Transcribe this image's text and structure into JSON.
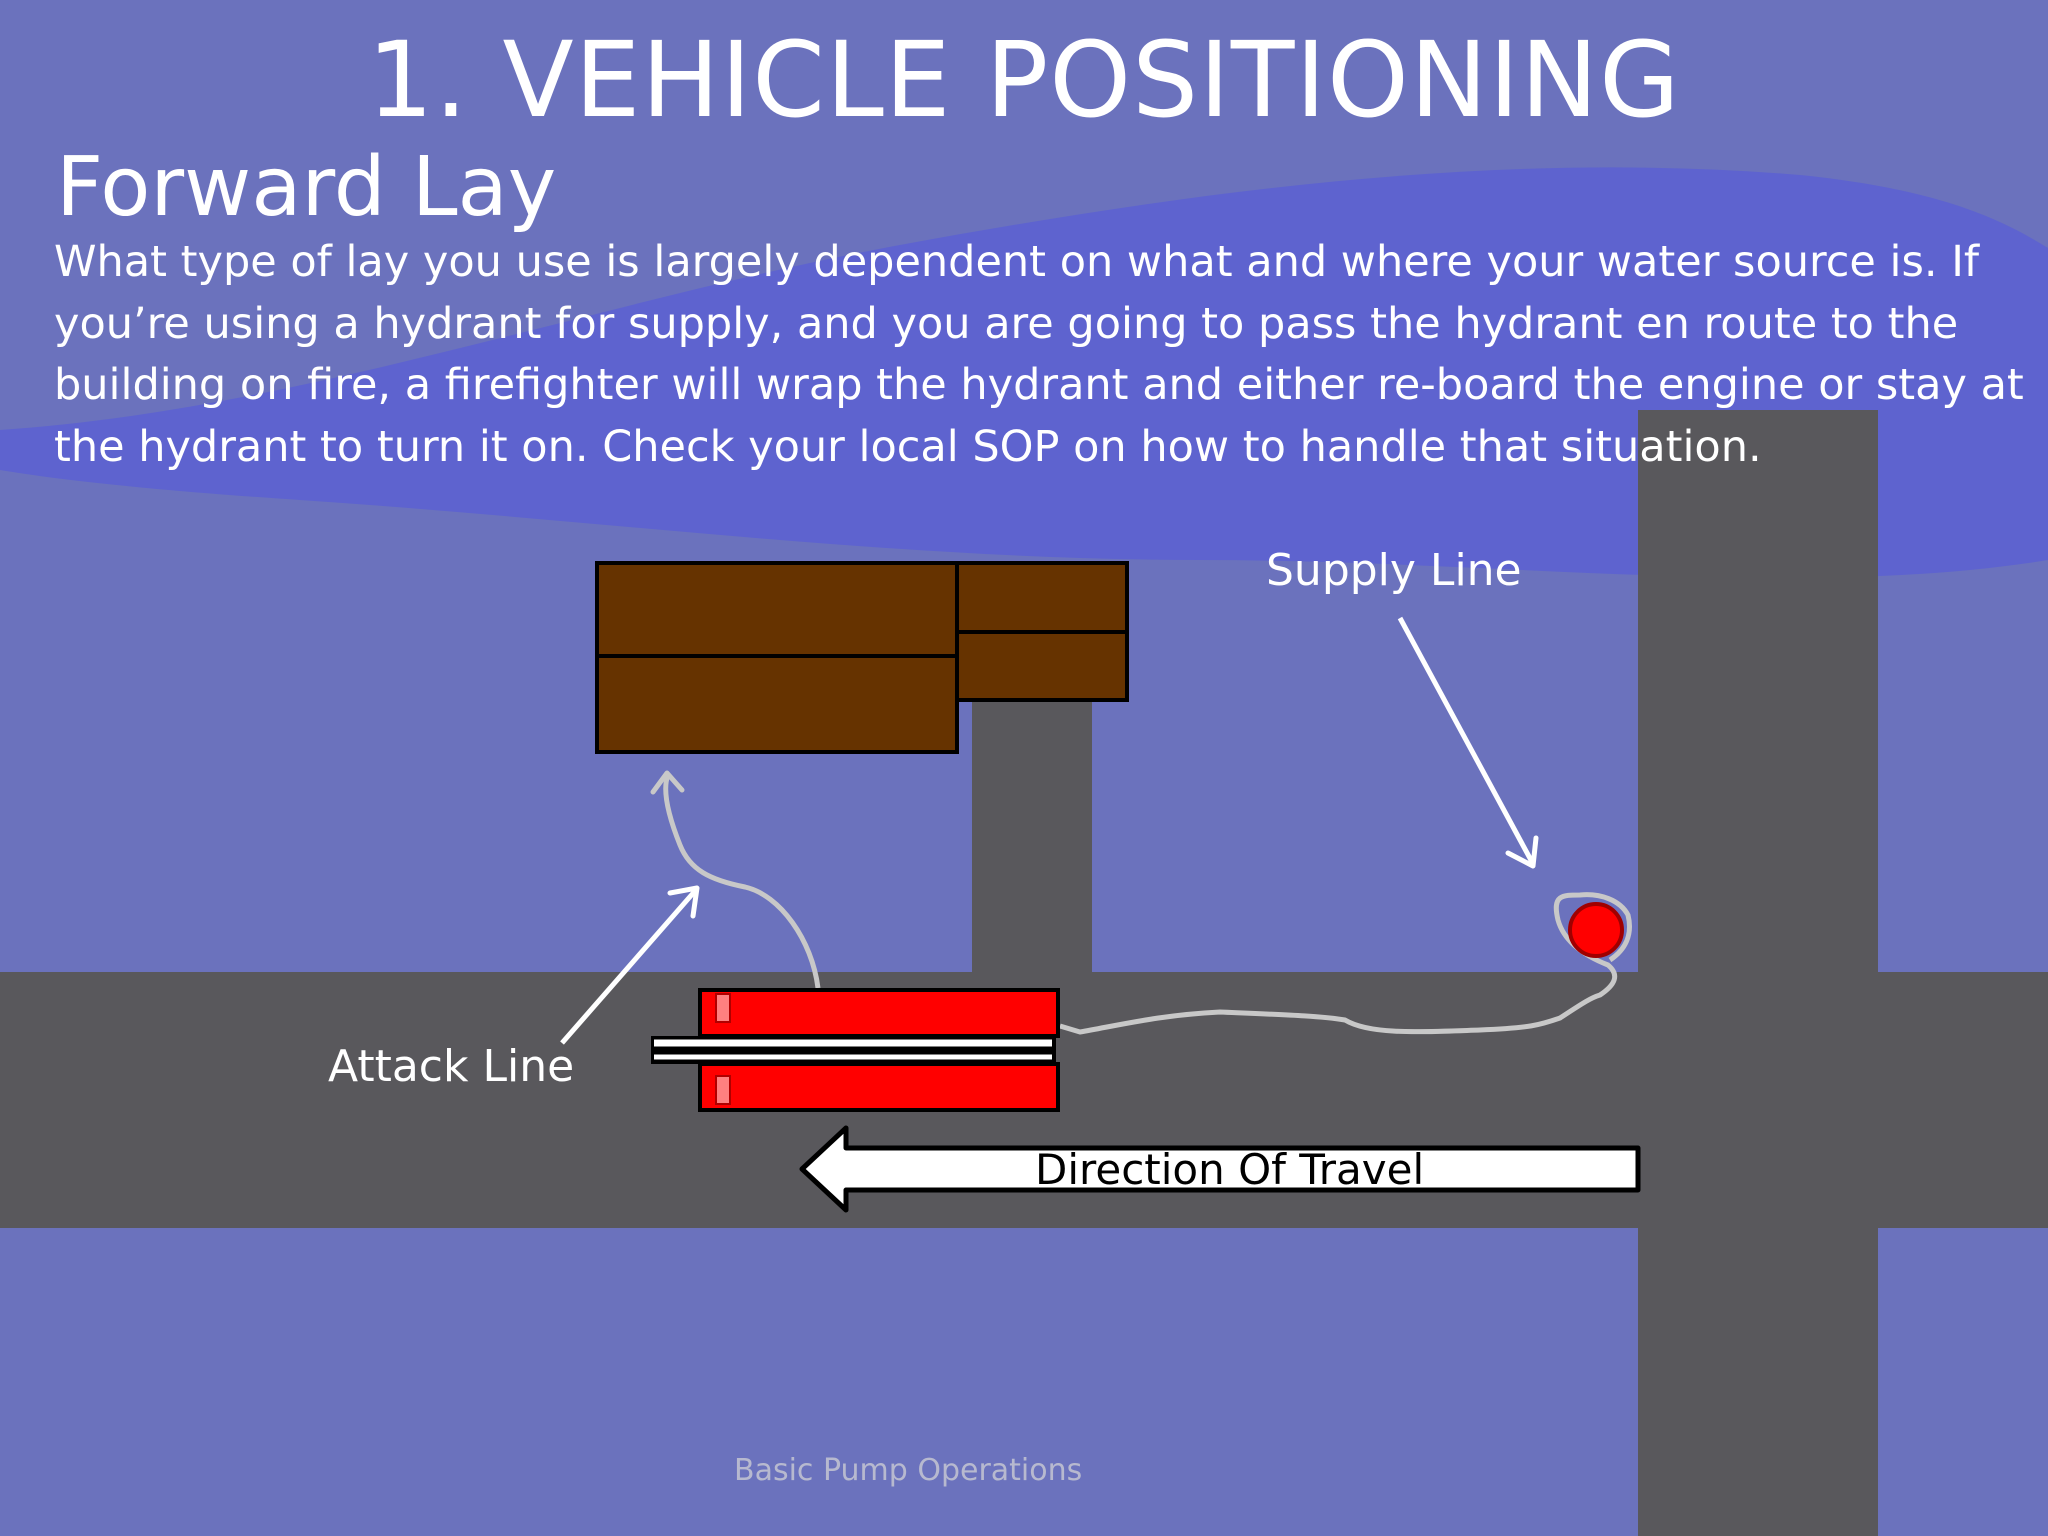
{
  "slide": {
    "title": "1. VEHICLE POSITIONING",
    "subtitle": "Forward Lay",
    "body": "What type of lay you use is largely dependent on what and where your water source is. If you’re using a hydrant for supply,  and you are going to pass the hydrant en route to the building on fire, a firefighter will wrap the hydrant and either re-board the engine or stay at the hydrant to turn it on. Check your local SOP on how to handle that situation.",
    "footer": "Basic Pump Operations"
  },
  "diagram": {
    "supply_line_label": "Supply Line",
    "attack_line_label": "Attack Line",
    "direction_label": "Direction Of Travel"
  },
  "colors": {
    "background": "#6b72bd",
    "wave": "#5a5fd6",
    "road": "#59585c",
    "building": "#663300",
    "engine": "#ff0000",
    "hydrant": "#ff0000",
    "hose": "#c8c8c8",
    "text": "#ffffff"
  }
}
